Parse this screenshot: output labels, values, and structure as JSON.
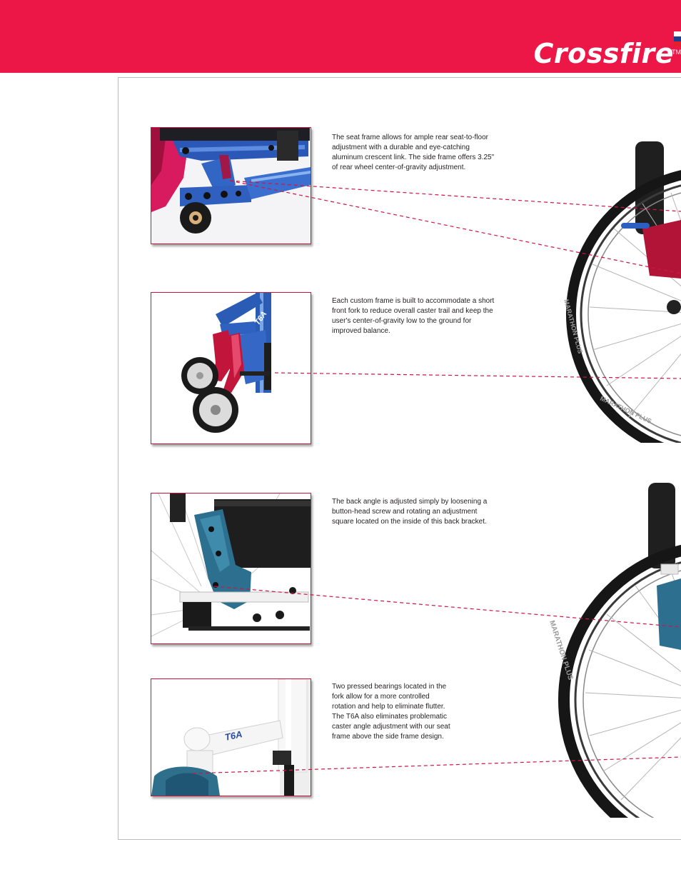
{
  "brand": {
    "logo_text": "Crossfire",
    "trademark": "TM",
    "header_color": "#ec1747",
    "accent_line_color": "#d21443"
  },
  "features": [
    {
      "caption": "The seat frame allows for ample rear seat-to-floor adjustment with a durable and eye-catching aluminum crescent link. The side frame offers 3.25\" of rear wheel center-of-gravity adjustment.",
      "photo_subject": "seat frame and crescent link"
    },
    {
      "caption": "Each custom frame is built to accommodate a short front fork to reduce overall caster trail and keep the user's center-of-gravity low to the ground for improved balance.",
      "photo_subject": "short front fork and casters",
      "photo_badge": "T6A"
    },
    {
      "caption": "The back angle is adjusted simply by loosening a button-head screw and rotating an adjustment square located on the inside of this back bracket.",
      "photo_subject": "back bracket"
    },
    {
      "caption": "Two pressed bearings located in the fork allow for a more controlled rotation and help to eliminate flutter. The T6A also eliminates problematic caster angle adjustment with our seat frame above the side frame design.",
      "photo_subject": "fork with pressed bearings",
      "photo_badge": "T6A"
    }
  ],
  "tire_text": "MARATHON PLUS"
}
